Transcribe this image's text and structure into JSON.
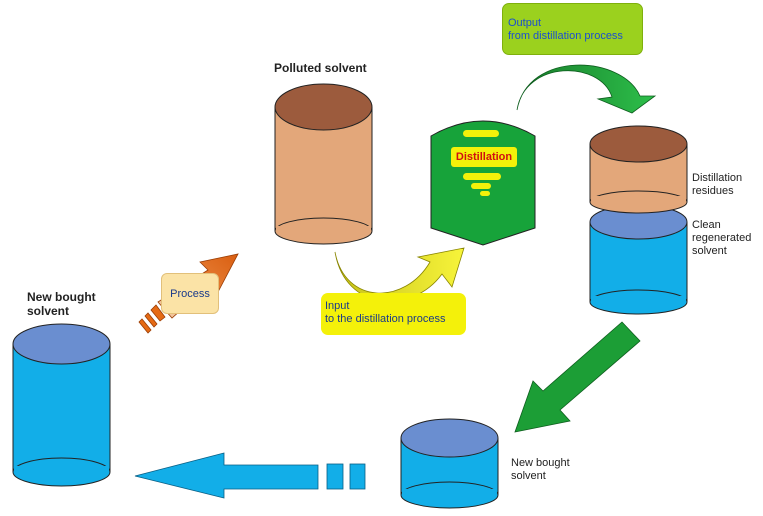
{
  "labels": {
    "polluted_solvent": "Polluted solvent",
    "new_bought_solvent_left_1": "New bought",
    "new_bought_solvent_left_2": "solvent",
    "new_bought_solvent_bottom_1": "New bought",
    "new_bought_solvent_bottom_2": "solvent",
    "distillation_residues_1": "Distillation",
    "distillation_residues_2": "residues",
    "clean_solvent_1": "Clean",
    "clean_solvent_2": "regenerated",
    "clean_solvent_3": "solvent",
    "process": "Process",
    "distillation": "Distillation",
    "input_1": "Input",
    "input_2": "to the distillation process",
    "output_1": "Output",
    "output_2": "from distillation process"
  },
  "colors": {
    "polluted_body": "#E3A77A",
    "polluted_top": "#9C5B3D",
    "blue_body": "#12AEE8",
    "blue_top": "#6A8ED0",
    "green_vessel": "#17A33A",
    "green_arrow": "#1C9E36",
    "yellow_box": "#F4F10A",
    "lime_box": "#9BD11E",
    "process_box": "#FBE3A6",
    "orange_arrow": "#E56A14"
  }
}
